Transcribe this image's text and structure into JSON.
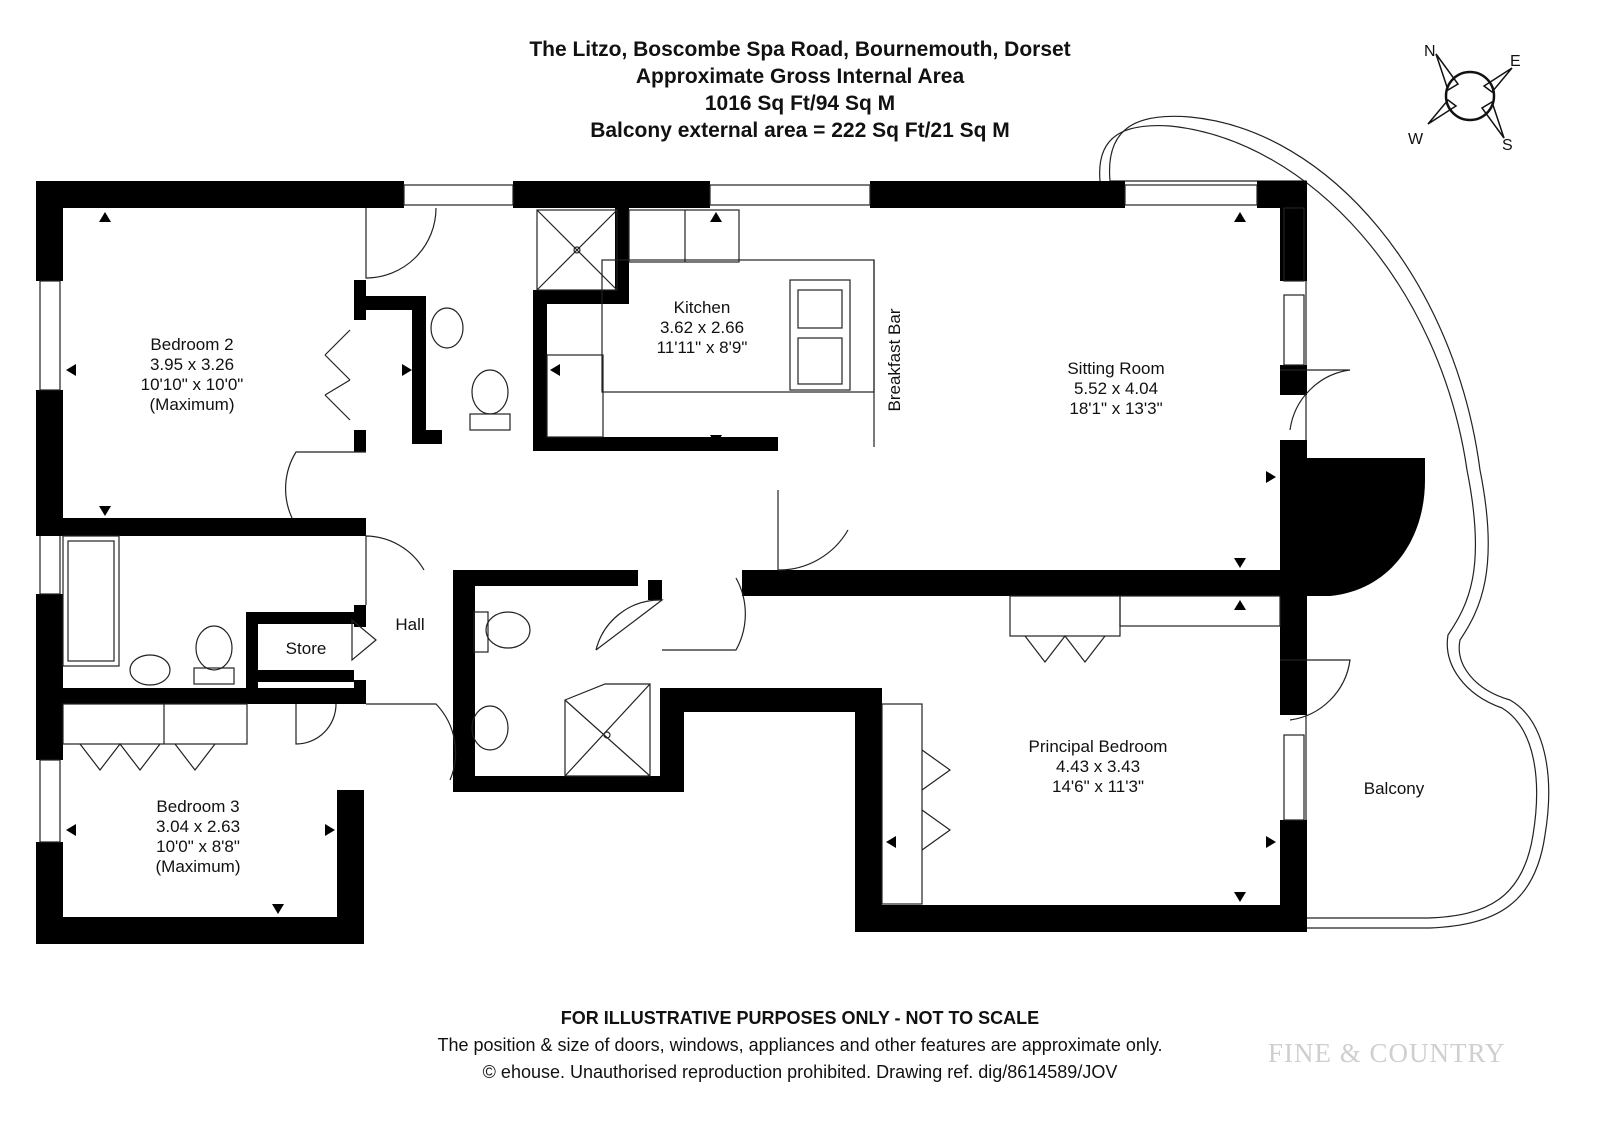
{
  "header": {
    "address": "The Litzo, Boscombe Spa Road, Bournemouth, Dorset",
    "area_title": "Approximate Gross Internal Area",
    "area_value": "1016 Sq Ft/94 Sq M",
    "balcony_area": "Balcony external area = 222 Sq Ft/21 Sq M"
  },
  "compass": {
    "n": "N",
    "e": "E",
    "s": "S",
    "w": "W"
  },
  "rooms": {
    "bedroom2": {
      "name": "Bedroom 2",
      "metric": "3.95 x 3.26",
      "imperial": "10'10\" x 10'0\"",
      "note": "(Maximum)"
    },
    "kitchen": {
      "name": "Kitchen",
      "metric": "3.62 x 2.66",
      "imperial": "11'11\" x 8'9\""
    },
    "breakfast_bar": "Breakfast Bar",
    "sitting": {
      "name": "Sitting Room",
      "metric": "5.52 x 4.04",
      "imperial": "18'1\" x 13'3\""
    },
    "hall": "Hall",
    "store": "Store",
    "bedroom3": {
      "name": "Bedroom 3",
      "metric": "3.04 x 2.63",
      "imperial": "10'0\" x 8'8\"",
      "note": "(Maximum)"
    },
    "principal": {
      "name": "Principal Bedroom",
      "metric": "4.43 x 3.43",
      "imperial": "14'6\" x 11'3\""
    },
    "balcony": "Balcony"
  },
  "footer": {
    "disclaimer": "FOR ILLUSTRATIVE PURPOSES ONLY - NOT TO SCALE",
    "note": "The position & size of doors, windows, appliances and other features are approximate only.",
    "copyright": "© ehouse. Unauthorised reproduction prohibited. Drawing ref. dig/8614589/JOV"
  },
  "watermark": "FINE & COUNTRY"
}
